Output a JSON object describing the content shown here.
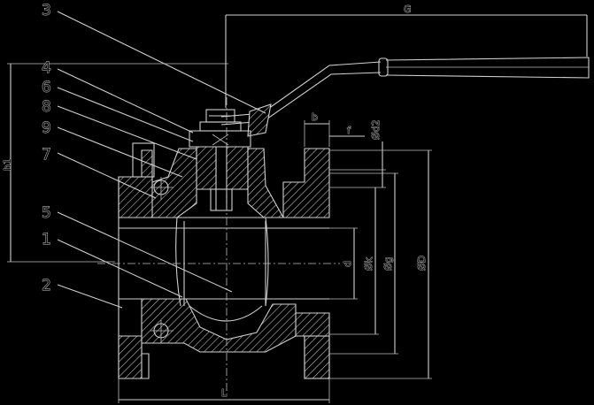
{
  "part_numbers": [
    "3",
    "4",
    "6",
    "8",
    "9",
    "7",
    "5",
    "1",
    "2"
  ],
  "dimensions": {
    "G": "G",
    "h1": "h1",
    "b": "b",
    "f": "f",
    "d2": "Ød2",
    "d": "d",
    "k": "Øk",
    "g": "Øg",
    "D": "ØD",
    "L": "L"
  }
}
